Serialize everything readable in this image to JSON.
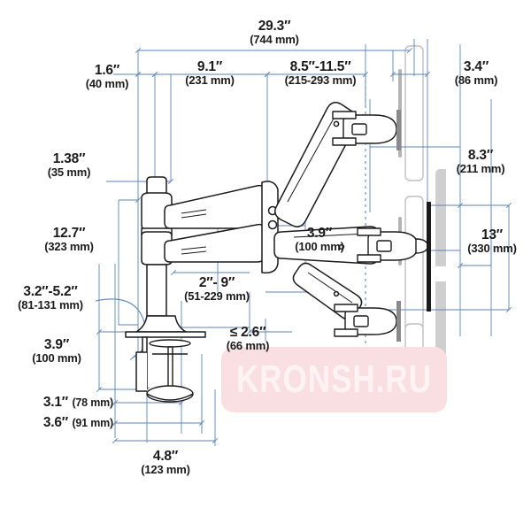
{
  "figure": {
    "title": "Monitor arm mount dimension drawing",
    "units_primary": "inches",
    "units_secondary": "millimeters",
    "line_color": "#5b86b5",
    "outline_color": "#1b1b1b",
    "ghost_color": "#bdbdbd",
    "background": "#ffffff"
  },
  "watermark": {
    "text": "KRONSH.RU",
    "plate_color": "#f9dfe1",
    "text_color": "#fdf3f4"
  },
  "dimensions": {
    "overall_width": {
      "inch": "29.3″",
      "mm": "(744 mm)"
    },
    "post_offset": {
      "inch": "1.6″",
      "mm": "(40 mm)"
    },
    "lower_arm": {
      "inch": "9.1″",
      "mm": "(231 mm)"
    },
    "upper_arm_range": {
      "inch": "8.5″-11.5″",
      "mm": "(215-293 mm)"
    },
    "screen_offset": {
      "inch": "3.4″",
      "mm": "(86 mm)"
    },
    "post_diameter": {
      "inch": "1.38″",
      "mm": "(35 mm)"
    },
    "screen_height_mid": {
      "inch": "8.3″",
      "mm": "(211 mm)"
    },
    "post_height": {
      "inch": "12.7″",
      "mm": "(323 mm)"
    },
    "travel_vertical": {
      "inch": "13″",
      "mm": "(330 mm)"
    },
    "arm_lift_range": {
      "inch": "2″- 9″",
      "mm": "(51-229 mm)"
    },
    "tilt_offset": {
      "inch": "3.9″",
      "mm": "(100 mm)"
    },
    "clamp_range": {
      "inch": "3.2″-5.2″",
      "mm": "(81-131 mm)"
    },
    "base_depth": {
      "inch": "3.9″",
      "mm": "(100 mm)"
    },
    "desk_thickness_max": {
      "inch": "≤ 2.6″",
      "mm": "(66 mm)"
    },
    "clamp_depth_a": {
      "inch": "3.1″",
      "mm": "(78 mm)"
    },
    "clamp_depth_b": {
      "inch": "3.6″",
      "mm": "(91 mm)"
    },
    "clamp_depth_total": {
      "inch": "4.8″",
      "mm": "(123 mm)"
    }
  }
}
